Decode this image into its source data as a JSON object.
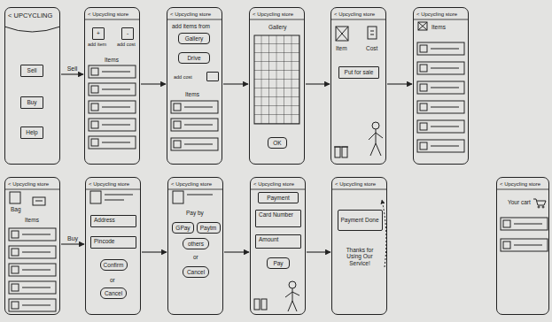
{
  "diagram": {
    "nodes": [
      {
        "text": [
          "< UPCYCLING"
        ]
      },
      {
        "text": [
          "Sell"
        ],
        "in": 0
      },
      {
        "text": [
          "Buy"
        ],
        "in": 0
      },
      {
        "text": [
          "Help"
        ],
        "in": 0
      },
      {
        "text": [
          "< Upcycling store",
          "Items"
        ]
      },
      {
        "text": [
          "+",
          "add item"
        ],
        "in": 4
      },
      {
        "text": [
          "-",
          "add cost"
        ],
        "in": 4
      },
      {
        "text": [
          "< Upcycling store",
          "add items from",
          "Items"
        ]
      },
      {
        "text": [
          "Gallery"
        ],
        "in": 7
      },
      {
        "text": [
          "Drive"
        ],
        "in": 7
      },
      {
        "text": [
          "add cost"
        ],
        "in": 7
      },
      {
        "text": [
          "< Upcycling store",
          "Gallery"
        ]
      },
      {
        "text": [
          "OK"
        ],
        "in": 11
      },
      {
        "text": [
          "< Upcycling store",
          "Item",
          "Cost"
        ]
      },
      {
        "text": [
          "Put for sale"
        ],
        "in": 13
      },
      {
        "text": [
          "< Upcycling store",
          "Items"
        ]
      },
      {
        "text": [
          "< Upcycling store",
          "Bag",
          "Items"
        ]
      },
      {
        "text": [
          "< Upcycling store",
          "or"
        ]
      },
      {
        "text": [
          "Address"
        ],
        "in": 17
      },
      {
        "text": [
          "Pincode"
        ],
        "in": 17
      },
      {
        "text": [
          "Confirm"
        ],
        "in": 17
      },
      {
        "text": [
          "Cancel"
        ],
        "in": 17
      },
      {
        "text": [
          "< Upcycling store",
          "Pay by",
          "or"
        ]
      },
      {
        "text": [
          "GPay"
        ],
        "in": 22
      },
      {
        "text": [
          "Paytm"
        ],
        "in": 22
      },
      {
        "text": [
          "others"
        ],
        "in": 22
      },
      {
        "text": [
          "Cancel"
        ],
        "in": 22
      },
      {
        "text": [
          "< Upcycling store"
        ]
      },
      {
        "text": [
          "Payment"
        ],
        "in": 27
      },
      {
        "text": [
          "Card Number"
        ],
        "in": 27
      },
      {
        "text": [
          "Amount"
        ],
        "in": 27
      },
      {
        "text": [
          "Pay"
        ],
        "in": 27
      },
      {
        "text": [
          "< Upcycling store",
          "Thanks for Using Our Service!"
        ]
      },
      {
        "text": [
          "Payment Done"
        ],
        "in": 32
      },
      {
        "text": [
          "< Upcycling store",
          "Your cart"
        ]
      }
    ],
    "edges": [
      {
        "from": 0,
        "to": 4,
        "arrow": "to",
        "label": "Sell"
      },
      {
        "from": 4,
        "to": 7,
        "arrow": "to"
      },
      {
        "from": 7,
        "to": 11,
        "arrow": "to"
      },
      {
        "from": 11,
        "to": 13,
        "arrow": "to"
      },
      {
        "from": 13,
        "to": 15,
        "arrow": "to"
      },
      {
        "from": 16,
        "to": 17,
        "arrow": "to",
        "label": "Buy"
      },
      {
        "from": 17,
        "to": 22,
        "arrow": "to"
      },
      {
        "from": 22,
        "to": 27,
        "arrow": "to"
      },
      {
        "from": 27,
        "to": 32,
        "arrow": "to"
      }
    ]
  }
}
